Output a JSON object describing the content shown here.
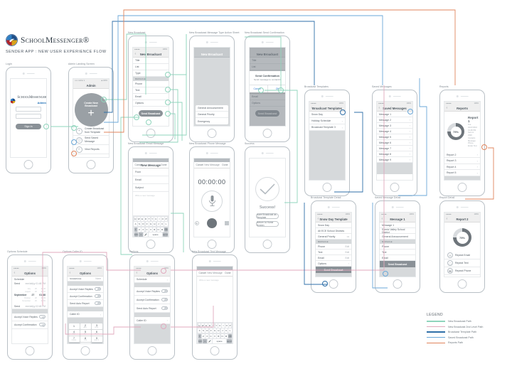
{
  "brand": {
    "name": "SchoolMessenger",
    "registered": "®",
    "subtitle": "SENDER APP : NEW USER EXPERIENCE FLOW"
  },
  "legend": {
    "title": "LEGEND",
    "items": [
      {
        "label": "New Broadcast Path",
        "color": "#8fd4bc"
      },
      {
        "label": "New Broadcast 2nd Level Path",
        "color": "#e0a9bd"
      },
      {
        "label": "Broadcast Template Path",
        "color": "#2f6fa8"
      },
      {
        "label": "Saved Broadcast Path",
        "color": "#6aa7d8"
      },
      {
        "label": "Reports Path",
        "color": "#e0845c"
      }
    ]
  },
  "screens": {
    "login": {
      "caption": "Login",
      "logo_name": "SchoolMessenger",
      "logo_admin": "Admin",
      "fields": [
        "",
        ""
      ],
      "signin_label": "Sign In"
    },
    "admin_home": {
      "caption": "Admin Landing Screen",
      "status_left": "••••• carrier ▾",
      "status_right": "■ 100%",
      "title": "Admin",
      "cta_line1": "Create New",
      "cta_line2": "Broadcast",
      "cta_plus": "+",
      "menu": [
        {
          "icon": "plus-circle-icon",
          "line1": "Create Broadcast",
          "line2": "from Template"
        },
        {
          "icon": "message-circle-icon",
          "line1": "Send Saved",
          "line2": "Message"
        },
        {
          "icon": "chart-circle-icon",
          "line1": "View Reports",
          "line2": ""
        }
      ]
    },
    "new_broadcast": {
      "caption": "New Broadcast",
      "title": "New Broadcast",
      "rows": [
        "Title",
        "List",
        "Type"
      ],
      "section": "MESSAGE",
      "message_rows": [
        "Phone",
        "Text",
        "Email"
      ],
      "options_row": "Options",
      "send_label": "Send Broadcast"
    },
    "type_action_sheet": {
      "caption": "New Broadcast Message Type Action Sheet",
      "title": "New Broadcast",
      "options": [
        "General Announcement",
        "General Priority",
        "Emergency"
      ]
    },
    "send_confirmation": {
      "caption": "New Broadcast Send Confirmation",
      "title": "New Broadcast",
      "alert_title": "Send Confirmation",
      "alert_message": "Send message to contacts?",
      "cancel_label": "Cancel",
      "ok_label": "OK",
      "rows": [
        "Title",
        "List",
        "Type"
      ],
      "message_rows": [
        "Phone",
        "Text",
        "Email"
      ],
      "options_row": "Options",
      "send_label": "Send Broadcast"
    },
    "email_compose": {
      "caption": "New Broadcast Email Message",
      "cancel": "Cancel",
      "title": "New Message",
      "done": "Done",
      "rows": [
        "From",
        "Email",
        "Subject"
      ],
      "placeholder": "Write a new message"
    },
    "phone_record": {
      "caption": "New Broadcast Phone Message",
      "cancel": "Cancel",
      "title": "New Message",
      "done": "Done",
      "timer": "00:00:00"
    },
    "success": {
      "caption": "Success",
      "heading": "Success!",
      "btn1": "Save Broadcast as Template",
      "btn2": "Return to Home Screen"
    },
    "options_schedule": {
      "caption": "Options Schedule",
      "title": "Options",
      "section": "Schedule",
      "start_label": "Send",
      "start_value": "mm/dd/yy 01:48 PM",
      "end_label": "Send",
      "end_value": "mm/dd/yy 02:48 PM",
      "picker": [
        {
          "col1": "July",
          "col2": "25",
          "col3": "01:46"
        },
        {
          "col1": "August",
          "col2": "26",
          "col3": "01:47"
        },
        {
          "col1": "September",
          "col2": "27",
          "col3": "01:48",
          "selected": true
        },
        {
          "col1": "October",
          "col2": "28",
          "col3": "01:49"
        },
        {
          "col1": "November",
          "col2": "29",
          "col3": "01:50"
        }
      ],
      "toggles": [
        "Accept Voice Replies",
        "Accept Confirmation"
      ]
    },
    "options_callerid": {
      "caption": "Options Caller ID",
      "title": "Options",
      "section": "SCHEDULE",
      "section_value": "None",
      "toggles": [
        "Accept Voice Replies",
        "Accept Confirmation",
        "Send Auto Report"
      ],
      "callerid_label": "Caller ID",
      "keys": [
        {
          "n": "1",
          "s": ""
        },
        {
          "n": "2",
          "s": "ABC"
        },
        {
          "n": "3",
          "s": "DEF"
        },
        {
          "n": "4",
          "s": "GHI"
        },
        {
          "n": "5",
          "s": "JKL"
        },
        {
          "n": "6",
          "s": "MNO"
        },
        {
          "n": "7",
          "s": "PQRS"
        },
        {
          "n": "8",
          "s": "TUV"
        },
        {
          "n": "9",
          "s": "WXYZ"
        },
        {
          "n": "+ * #",
          "s": ""
        },
        {
          "n": "0",
          "s": ""
        },
        {
          "n": "⌫",
          "s": ""
        }
      ]
    },
    "options_main": {
      "caption": "Options",
      "title": "Options",
      "schedule_row": "Schedule",
      "toggles": [
        "Accept Voice Replies",
        "Accept Confirmation",
        "Send Auto Report"
      ],
      "callerid_label": "Caller ID"
    },
    "text_message": {
      "caption": "New Broadcast Text Message",
      "cancel": "Cancel",
      "title": "New Message",
      "done": "Done",
      "placeholder": "Write a new message"
    },
    "broadcast_templates": {
      "caption": "Broadcast Templates",
      "title": "Broadcast Templates",
      "items": [
        "Snow Day",
        "Holiday Schedule",
        "Broadcast Template 3"
      ]
    },
    "saved_messages": {
      "caption": "Saved Messages",
      "title": "Saved Messages",
      "items": [
        "Message 1",
        "Message 2",
        "Message 3",
        "Message 4",
        "Message 5",
        "Message 6",
        "Message 7",
        "Message 8",
        "Message 9"
      ]
    },
    "reports": {
      "caption": "Reports",
      "title": "Reports",
      "headline": "Report 1",
      "percent": "75%",
      "detail": "Tue 04/17/2016 01:48 PM\nSent to 2930 Contacts\nMessage: Phone, Email, Text",
      "items": [
        "Report 2",
        "Report 3",
        "Report 4",
        "Report 5"
      ]
    },
    "snow_day_template": {
      "caption": "Broadcast Template Detail",
      "title": "Snow Day Template",
      "rows": [
        "Snow Day",
        "All ECE School Districts",
        "General Priority"
      ],
      "type_value": "•••",
      "section": "MESSAGE",
      "message_rows": [
        {
          "label": "Phone",
          "value": "Edit"
        },
        {
          "label": "Text",
          "value": "Edit"
        },
        {
          "label": "Email",
          "value": "Edit"
        }
      ],
      "options_row": "Options",
      "send_label": "Send Broadcast"
    },
    "message_detail": {
      "caption": "Saved Message Detail",
      "title": "Message 1",
      "rows": [
        "Message 1",
        "Scenic Valley School District",
        "General Announcement"
      ],
      "section": "MESSAGE",
      "message_rows": [
        "Phone",
        "Text",
        "Email"
      ],
      "send_label": "Send Broadcast"
    },
    "report_detail": {
      "caption": "Report Detail",
      "title": "Report 2",
      "percent": "75%",
      "actions": [
        "Repeat Email",
        "Repeat Text",
        "Repeat Phone"
      ]
    }
  }
}
